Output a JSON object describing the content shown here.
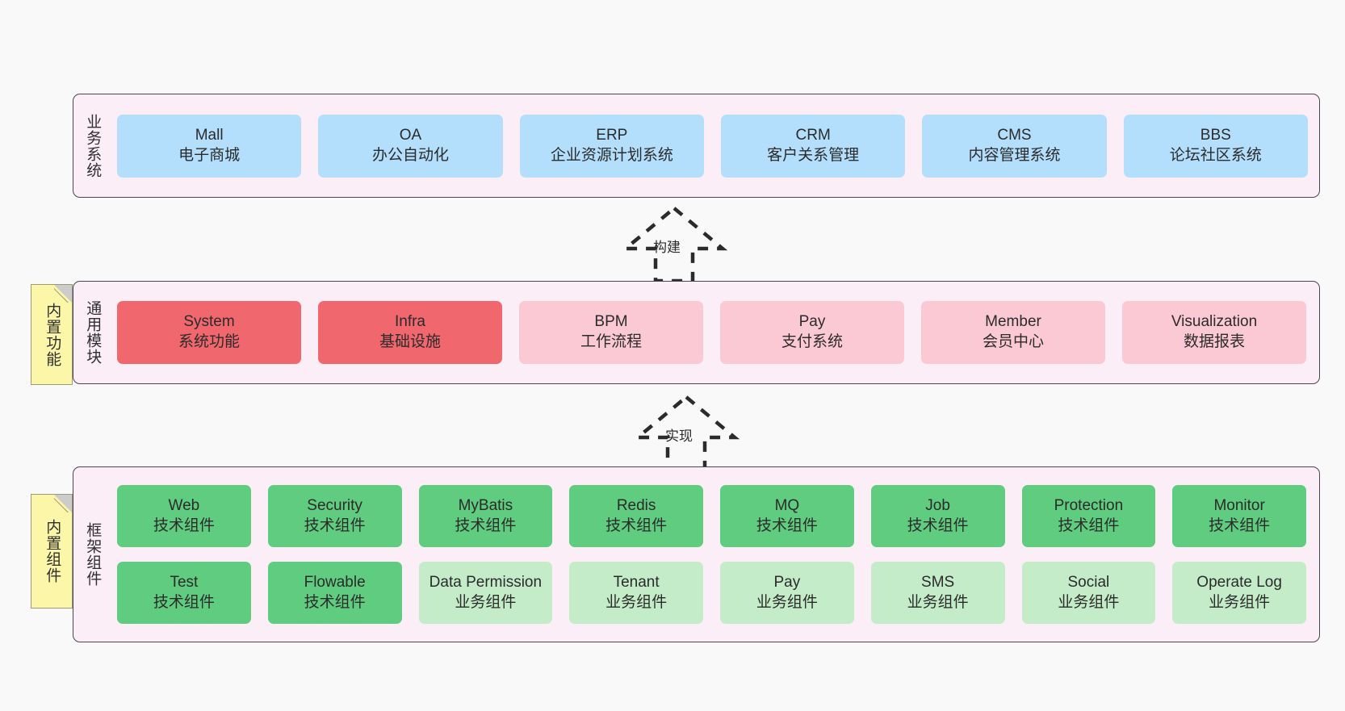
{
  "diagram": {
    "background_color": "#f9f9f9",
    "container_color": "#fbeef7",
    "container_border_color": "#4a4550",
    "note_color": "#fcf7a8"
  },
  "notes": [
    {
      "name": "builtin-functions",
      "label": "内置功能"
    },
    {
      "name": "builtin-components",
      "label": "内置组件"
    }
  ],
  "arrows": [
    {
      "name": "build-arrow",
      "label": "构建",
      "style": "dashed-hollow-up"
    },
    {
      "name": "implement-arrow",
      "label": "实现",
      "style": "dashed-hollow-up"
    }
  ],
  "layers": [
    {
      "id": "business",
      "title": "业务系统",
      "color": "#b3dffc",
      "rows": [
        [
          {
            "title": "Mall",
            "subtitle": "电子商城",
            "color": "#b3dffc"
          },
          {
            "title": "OA",
            "subtitle": "办公自动化",
            "color": "#b3dffc"
          },
          {
            "title": "ERP",
            "subtitle": "企业资源计划系统",
            "color": "#b3dffc"
          },
          {
            "title": "CRM",
            "subtitle": "客户关系管理",
            "color": "#b3dffc"
          },
          {
            "title": "CMS",
            "subtitle": "内容管理系统",
            "color": "#b3dffc"
          },
          {
            "title": "BBS",
            "subtitle": "论坛社区系统",
            "color": "#b3dffc"
          }
        ]
      ]
    },
    {
      "id": "common",
      "title": "通用模块",
      "rows": [
        [
          {
            "title": "System",
            "subtitle": "系统功能",
            "color": "#f1676e"
          },
          {
            "title": "Infra",
            "subtitle": "基础设施",
            "color": "#f1676e"
          },
          {
            "title": "BPM",
            "subtitle": "工作流程",
            "color": "#fbc9d4"
          },
          {
            "title": "Pay",
            "subtitle": "支付系统",
            "color": "#fbc9d4"
          },
          {
            "title": "Member",
            "subtitle": "会员中心",
            "color": "#fbc9d4"
          },
          {
            "title": "Visualization",
            "subtitle": "数据报表",
            "color": "#fbc9d4"
          }
        ]
      ]
    },
    {
      "id": "frame",
      "title": "框架组件",
      "rows": [
        [
          {
            "title": "Web",
            "subtitle": "技术组件",
            "color": "#5fcc7f"
          },
          {
            "title": "Security",
            "subtitle": "技术组件",
            "color": "#5fcc7f"
          },
          {
            "title": "MyBatis",
            "subtitle": "技术组件",
            "color": "#5fcc7f"
          },
          {
            "title": "Redis",
            "subtitle": "技术组件",
            "color": "#5fcc7f"
          },
          {
            "title": "MQ",
            "subtitle": "技术组件",
            "color": "#5fcc7f"
          },
          {
            "title": "Job",
            "subtitle": "技术组件",
            "color": "#5fcc7f"
          },
          {
            "title": "Protection",
            "subtitle": "技术组件",
            "color": "#5fcc7f"
          },
          {
            "title": "Monitor",
            "subtitle": "技术组件",
            "color": "#5fcc7f"
          }
        ],
        [
          {
            "title": "Test",
            "subtitle": "技术组件",
            "color": "#5fcc7f"
          },
          {
            "title": "Flowable",
            "subtitle": "技术组件",
            "color": "#5fcc7f"
          },
          {
            "title": "Data Permission",
            "subtitle": "业务组件",
            "color": "#c4ecc9",
            "wrap": true
          },
          {
            "title": "Tenant",
            "subtitle": "业务组件",
            "color": "#c4ecc9"
          },
          {
            "title": "Pay",
            "subtitle": "业务组件",
            "color": "#c4ecc9"
          },
          {
            "title": "SMS",
            "subtitle": "业务组件",
            "color": "#c4ecc9"
          },
          {
            "title": "Social",
            "subtitle": "业务组件",
            "color": "#c4ecc9"
          },
          {
            "title": "Operate Log",
            "subtitle": "业务组件",
            "color": "#c4ecc9"
          }
        ]
      ]
    }
  ]
}
